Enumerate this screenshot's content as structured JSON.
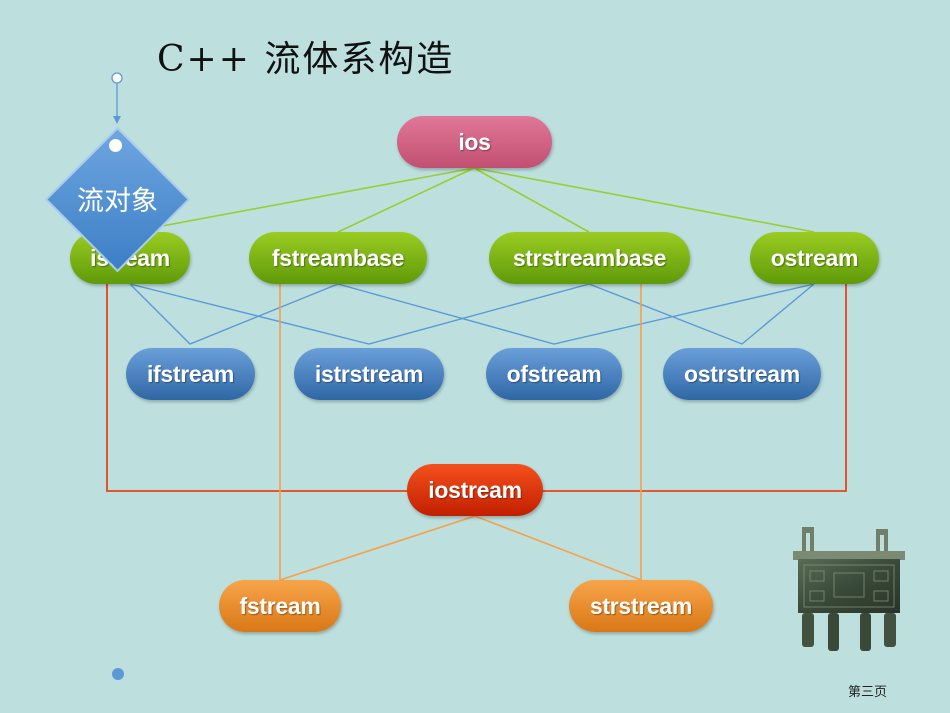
{
  "title": "C++ 流体系构造",
  "badge": {
    "label": "流对象"
  },
  "page_label": "第三页",
  "colors": {
    "background": "#bde0df",
    "green_link": "#9acd32",
    "blue_link": "#5b9ad6",
    "red_link": "#e8431c",
    "orange_link": "#f5a04a"
  },
  "nodes": {
    "ios": "ios",
    "istream": "istream",
    "fstreambase": "fstreambase",
    "strstreambase": "strstreambase",
    "ostream": "ostream",
    "ifstream": "ifstream",
    "istrstream": "istrstream",
    "ofstream": "ofstream",
    "ostrstream": "ostrstream",
    "iostream": "iostream",
    "fstream": "fstream",
    "strstream": "strstream"
  },
  "icons": {
    "vessel": "bronze-ding-vessel-icon"
  }
}
